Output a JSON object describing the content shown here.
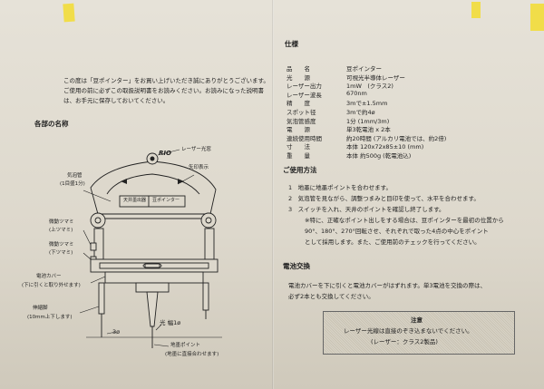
{
  "intro": {
    "line1": "この度は「豆ポインター」をお買い上げいただき誠にありがとうございます。",
    "line2": "ご使用の前に必ずこの取扱説明書をお読みください。お読みになった説明書",
    "line3": "は、お手元に保存しておいてください。"
  },
  "parts": {
    "heading": "各部の名称",
    "laser_window": "レーザー光窓",
    "arrow_display": "矢印表示",
    "bubble_tube": "気泡管",
    "bubble_tube_sub": "(1目盛1分)",
    "adjust_upper": "微動ツマミ",
    "adjust_upper_sub": "(上ツマミ)",
    "adjust_lower": "微動ツマミ",
    "adjust_lower_sub": "(下ツマミ)",
    "battery_cover": "電池カバー",
    "battery_cover_sub": "(下に引くと取り外せます)",
    "telescopic_leg": "伸縮脚",
    "telescopic_leg_sub": "(10mm上下します)",
    "beam_diameter": "光 幅1ø",
    "leg_diameter": "3ø",
    "ground_point": "地墨ポイント",
    "ground_point_sub": "(地墨に直接合わせます)",
    "device_brand": "RIO",
    "device_label_left": "天井墨出器",
    "device_label_right": "豆ポインター"
  },
  "spec": {
    "heading": "仕様",
    "rows": [
      {
        "label": "品　　名",
        "value": "豆ポインター"
      },
      {
        "label": "光　　源",
        "value": "可視光半導体レーザー"
      },
      {
        "label": "レーザー出力",
        "value": "1mW　(クラス2)"
      },
      {
        "label": "レーザー波長",
        "value": "670nm"
      },
      {
        "label": "精　　度",
        "value": "3mで±1.5mm"
      },
      {
        "label": "スポット径",
        "value": "3mで約4ø"
      },
      {
        "label": "気泡管感度",
        "value": "1分 (1mm/3m)"
      },
      {
        "label": "電　　源",
        "value": "単3乾電池 x 2本"
      },
      {
        "label": "連続使用時間",
        "value": "約20時間 (アルカリ電池では、約2倍)"
      },
      {
        "label": "寸　　法",
        "value": "本体 120x72x85±10 (mm)"
      },
      {
        "label": "重　　量",
        "value": "本体 約500g (乾電池込)"
      }
    ]
  },
  "usage": {
    "heading": "ご使用方法",
    "step1": "1　地墨に地墨ポイントを合わせます。",
    "step2": "2　気泡管を見ながら、調整つまみと目印を使って、水平を合わせます。",
    "step3": "3　スイッチを入れ、天井のポイントを確認し終了します。",
    "note1": "※特に、正確なポイント出しをする場合は、豆ポインターを最初の位置から",
    "note2": "90°、180°、270°回転させ、それぞれで取った4点の中心をポイント",
    "note3": "として採用します。また、ご使用前のチェックを行ってください。"
  },
  "battery": {
    "heading": "電池交換",
    "line1": "電池カバーを下に引くと電池カバーがはずれます。単3電池を交換の際は、",
    "line2": "必ず2本とも交換してください。"
  },
  "caution": {
    "title": "注意",
    "line1": "レーザー光線は直接のぞき込まないでください。",
    "line2": "(レーザー：クラス2製品)"
  }
}
